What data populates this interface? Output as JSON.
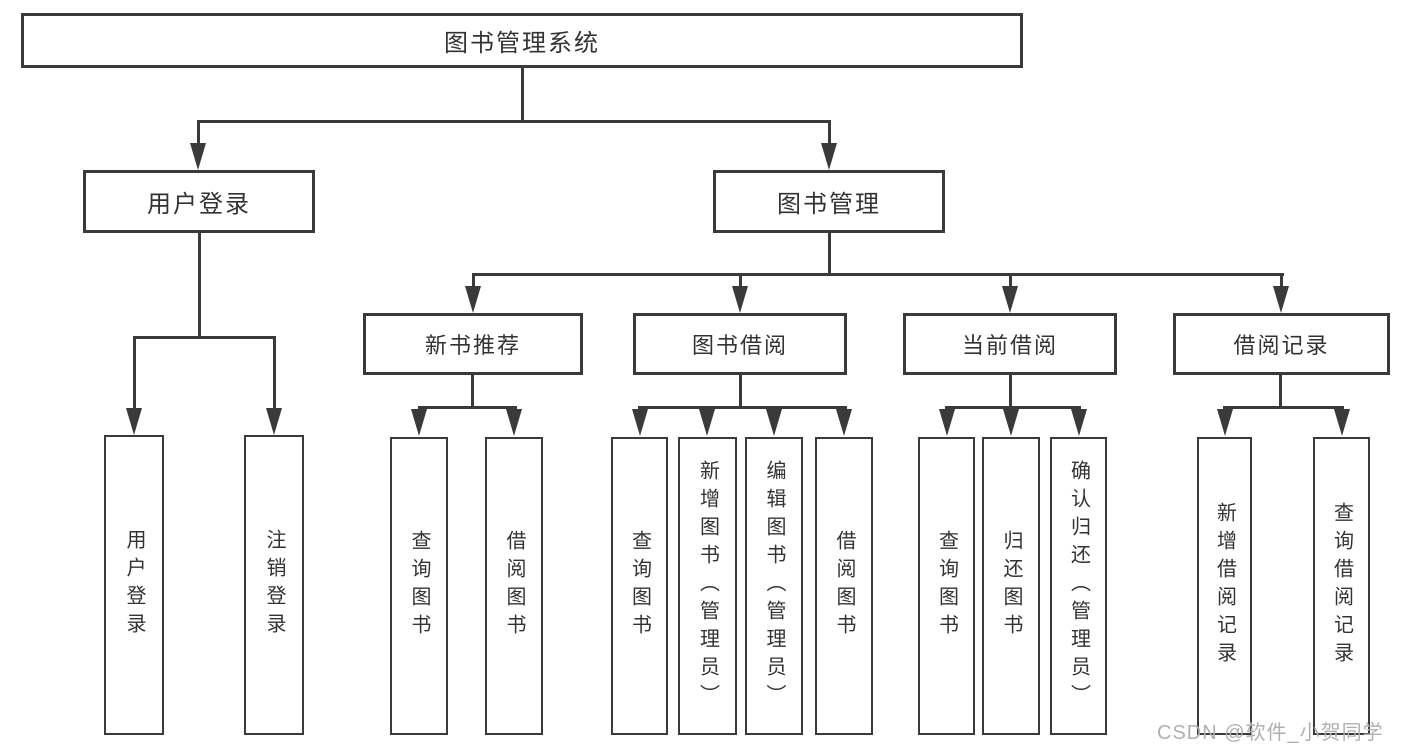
{
  "nodes": {
    "root": "图书管理系统",
    "level2": [
      "用户登录",
      "图书管理"
    ],
    "level3": [
      "新书推荐",
      "图书借阅",
      "当前借阅",
      "借阅记录"
    ],
    "leaves": {
      "user_login": [
        "用户登录",
        "注销登录"
      ],
      "new_books": [
        "查询图书",
        "借阅图书"
      ],
      "book_borrow": [
        "查询图书",
        "新增图书（管理员）",
        "编辑图书（管理员）",
        "借阅图书"
      ],
      "current_borrow": [
        "查询图书",
        "归还图书",
        "确认归还（管理员）"
      ],
      "borrow_records": [
        "新增借阅记录",
        "查询借阅记录"
      ]
    }
  },
  "watermark": "CSDN @软件_小贺同学",
  "colors": {
    "line": "#3a3a3a",
    "text": "#333333",
    "watermark": "#b0b0b0",
    "background": "#ffffff"
  }
}
